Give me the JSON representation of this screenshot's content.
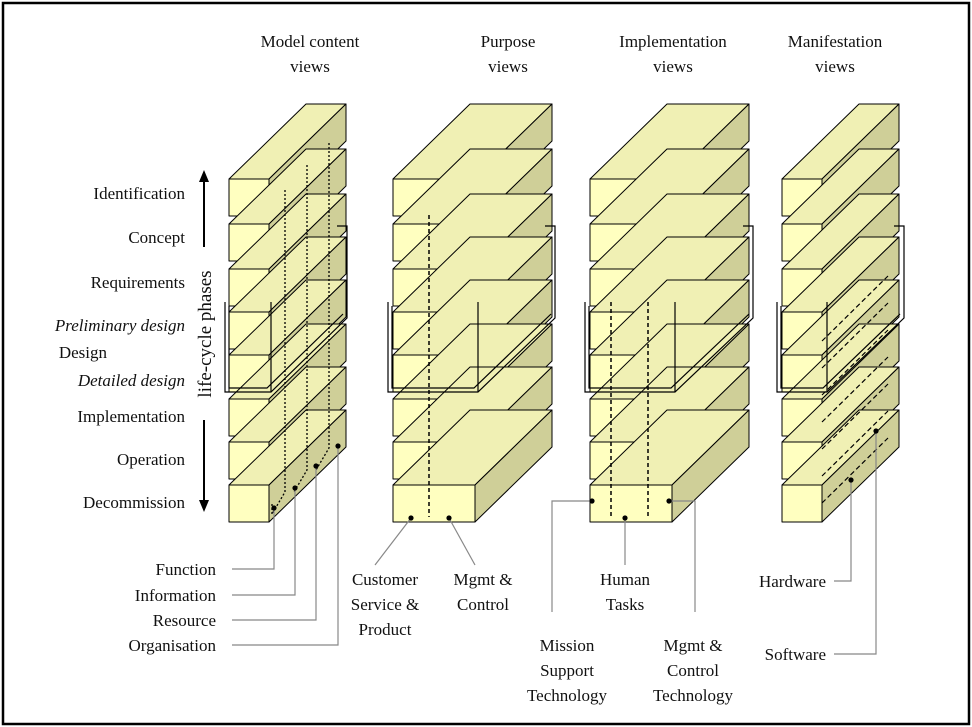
{
  "headers": {
    "model": [
      "Model content",
      "views"
    ],
    "purpose": [
      "Purpose",
      "views"
    ],
    "implementation": [
      "Implementation",
      "views"
    ],
    "manifestation": [
      "Manifestation",
      "views"
    ]
  },
  "phases": {
    "identification": "Identification",
    "concept": "Concept",
    "requirements": "Requirements",
    "preliminary": "Preliminary design",
    "design": "Design",
    "detailed": "Detailed design",
    "implementation": "Implementation",
    "operation": "Operation",
    "decommission": "Decommission"
  },
  "axis_label": "life-cycle phases",
  "model_labels": [
    "Function",
    "Information",
    "Resource",
    "Organisation"
  ],
  "purpose_labels": {
    "customer": [
      "Customer",
      "Service &",
      "Product"
    ],
    "mgmt": [
      "Mgmt &",
      "Control"
    ]
  },
  "implementation_labels": {
    "human": [
      "Human",
      "Tasks"
    ],
    "mission": [
      "Mission",
      "Support",
      "Technology"
    ],
    "mgmt": [
      "Mgmt &",
      "Control",
      "Technology"
    ]
  },
  "manifestation_labels": {
    "hardware": "Hardware",
    "software": "Software"
  },
  "colors": {
    "front": "#FFFFC0",
    "top": "#F0F0B4",
    "side": "#CFCF98",
    "outline": "#000000",
    "leader": "#888888"
  }
}
